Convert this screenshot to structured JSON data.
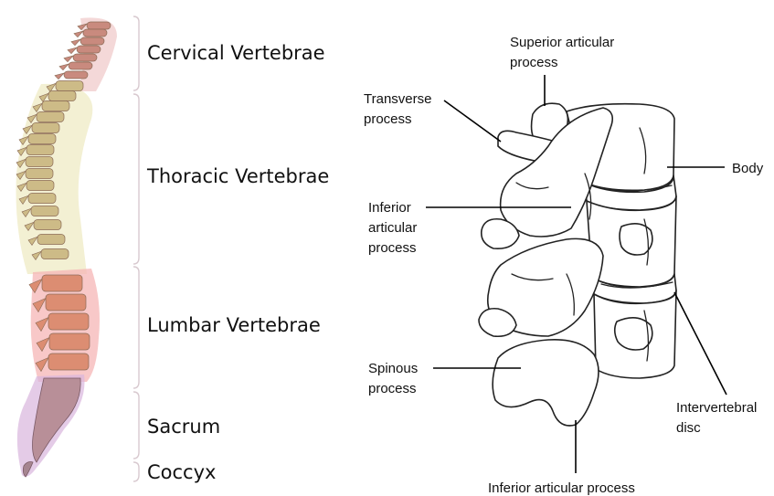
{
  "regions": [
    {
      "label": "Cervical Vertebrae",
      "color": "#c98a7e",
      "glow": "#f0c8c8"
    },
    {
      "label": "Thoracic Vertebrae",
      "color": "#cdbb87",
      "glow": "#eeeac0"
    },
    {
      "label": "Lumbar Vertebrae",
      "color": "#dc8d72",
      "glow": "#f6b5b5"
    },
    {
      "label": "Sacrum",
      "color": "#b88f98",
      "glow": "#d9b5dd"
    },
    {
      "label": "Coccyx",
      "color": "#a68590",
      "glow": "#d9b5dd"
    }
  ],
  "callouts": {
    "superior_articular": [
      "Superior articular",
      "process"
    ],
    "transverse": [
      "Transverse",
      "process"
    ],
    "body": [
      "Body"
    ],
    "inferior_articular_left": [
      "Inferior",
      "articular",
      "process"
    ],
    "spinous": [
      "Spinous",
      "process"
    ],
    "intervertebral_disc": [
      "Intervertebral",
      "disc"
    ],
    "inferior_articular_bottom": [
      "Inferior articular process"
    ]
  }
}
